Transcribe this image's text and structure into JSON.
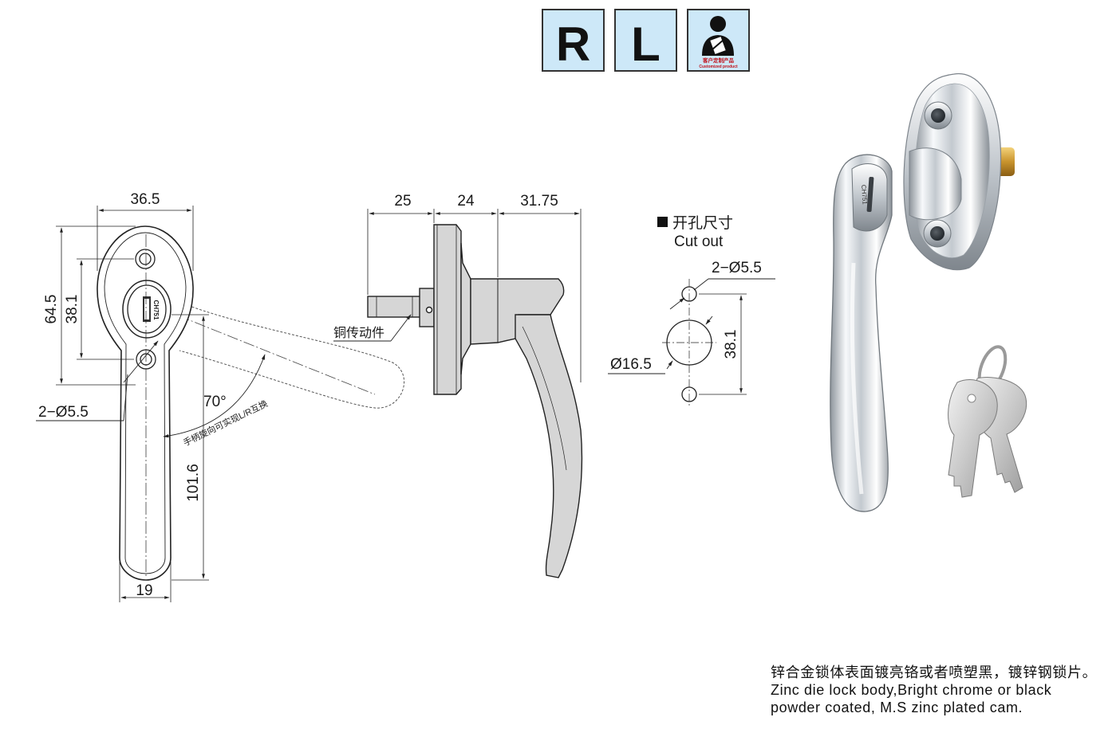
{
  "badges": {
    "right": "R",
    "left": "L",
    "custom_caption_cn": "客户定制产品",
    "custom_caption_en": "Customized product"
  },
  "front_view": {
    "width_top": "36.5",
    "height_overall": "64.5",
    "hole_spacing": "38.1",
    "holes": "2−Ø5.5",
    "rotation_angle": "70°",
    "rotation_note": "手柄旋向可实现L/R互换",
    "handle_length": "101.6",
    "handle_width": "19",
    "key_code": "CH751"
  },
  "side_view": {
    "dim_a": "25",
    "dim_b": "24",
    "dim_c": "31.75",
    "part_label": "铜传动件"
  },
  "cutout": {
    "title_cn": "开孔尺寸",
    "title_en": "Cut out",
    "holes": "2−Ø5.5",
    "center_hole": "Ø16.5",
    "spacing": "38.1"
  },
  "photo": {
    "key_code": "CH751"
  },
  "description": {
    "line_cn": "锌合金锁体表面镀亮铬或者喷塑黑，镀锌钢锁片。",
    "line_en_1": "Zinc die lock body,Bright chrome or black",
    "line_en_2": "powder coated, M.S zinc plated cam."
  },
  "colors": {
    "badge_bg": "#cde8f8",
    "badge_border": "#333333",
    "line": "#222222",
    "part_fill": "#d6d6d6",
    "chrome_light": "#f4f6f8",
    "chrome_dark": "#9aa1a8",
    "custom_red": "#c0111a"
  }
}
